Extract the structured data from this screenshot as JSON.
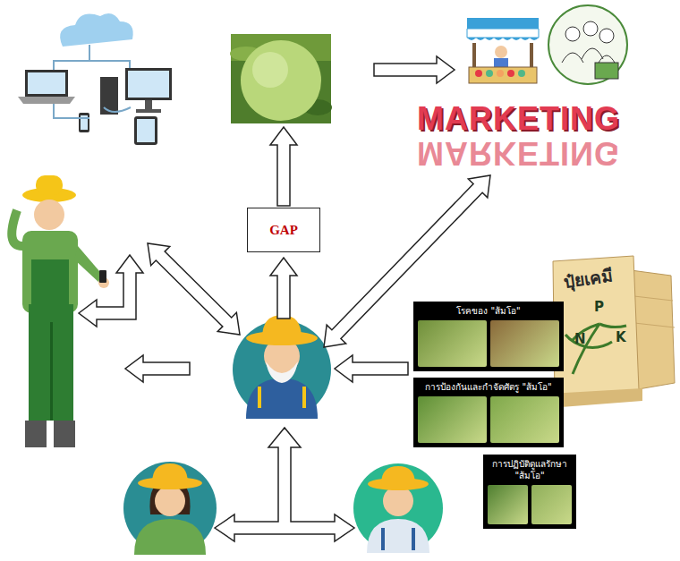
{
  "diagram": {
    "nodes": [
      {
        "text": [
          "GAP"
        ]
      },
      {
        "text": [
          "โรคของ \"ส้มโอ\""
        ]
      },
      {
        "text": [
          "การป้องกันและกำจัดศัตรู \"ส้มโอ\""
        ]
      },
      {
        "text": [
          "การปฏิบัติดูแลรักษา \"ส้มโอ\""
        ]
      }
    ],
    "labels": [
      "MARKETING",
      "MARKETING",
      "ปุ๋ยเคมี",
      "P",
      "N",
      "K"
    ]
  }
}
